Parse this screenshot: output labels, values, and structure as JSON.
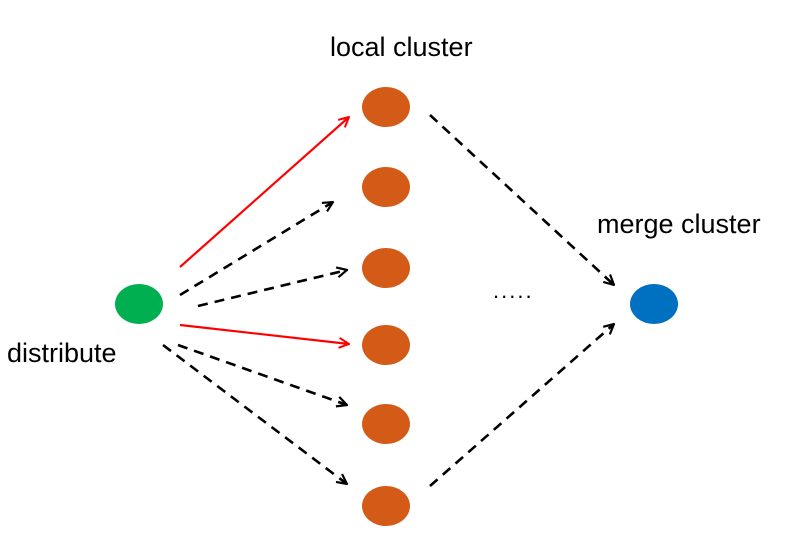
{
  "labels": {
    "local_cluster": "local cluster",
    "merge_cluster": "merge cluster",
    "distribute": "distribute",
    "ellipsis": "....."
  },
  "colors": {
    "distribute_node": "#00b050",
    "local_node": "#d35a17",
    "merge_node": "#0070c0",
    "highlight_arrow": "#ff0000",
    "dashed_arrow": "#000000"
  },
  "nodes": {
    "distribute": {
      "label_ref": "distribute",
      "type": "source"
    },
    "local": [
      {
        "id": "local-1"
      },
      {
        "id": "local-2"
      },
      {
        "id": "local-3"
      },
      {
        "id": "local-4"
      },
      {
        "id": "local-5"
      },
      {
        "id": "local-6"
      }
    ],
    "merge": {
      "label_ref": "merge_cluster",
      "type": "sink"
    }
  },
  "edges": [
    {
      "from": "distribute",
      "to": "local-1",
      "style": "solid-red"
    },
    {
      "from": "distribute",
      "to": "local-2",
      "style": "dashed"
    },
    {
      "from": "distribute",
      "to": "local-3",
      "style": "dashed"
    },
    {
      "from": "distribute",
      "to": "local-4",
      "style": "solid-red"
    },
    {
      "from": "distribute",
      "to": "local-5",
      "style": "dashed"
    },
    {
      "from": "distribute",
      "to": "local-6",
      "style": "dashed"
    },
    {
      "from": "local-1",
      "to": "merge",
      "style": "dashed"
    },
    {
      "from": "local-6",
      "to": "merge",
      "style": "dashed"
    }
  ]
}
